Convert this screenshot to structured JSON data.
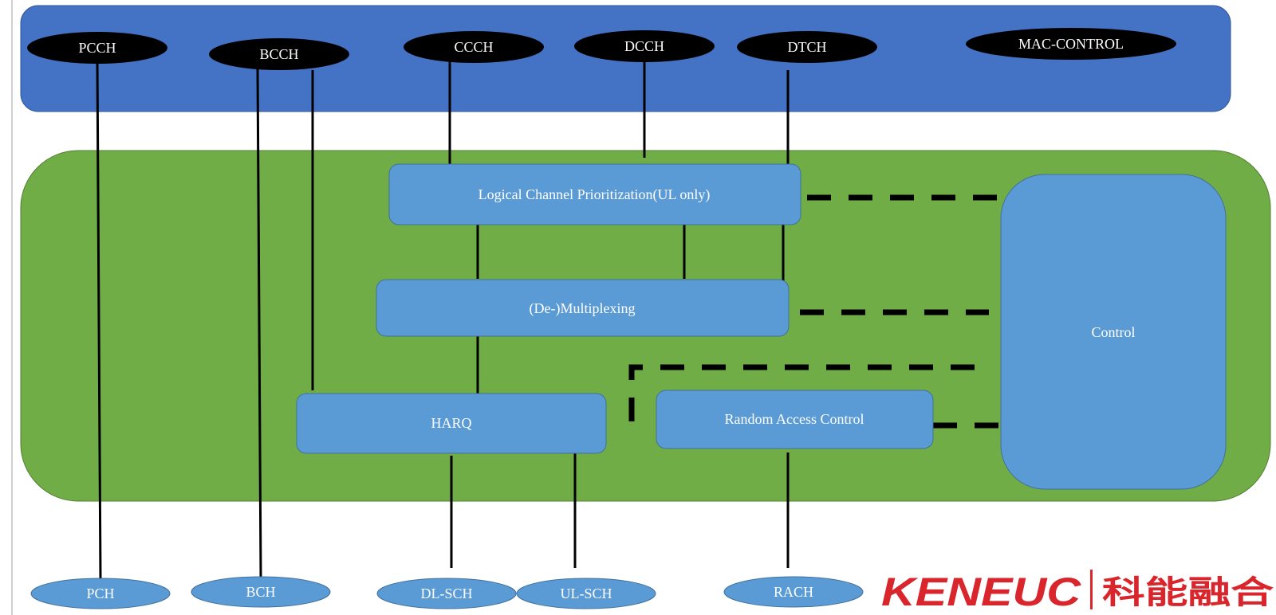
{
  "logical_channels": [
    "PCCH",
    "BCCH",
    "CCCH",
    "DCCH",
    "DTCH",
    "MAC-CONTROL"
  ],
  "blocks": {
    "lcp": "Logical Channel Prioritization(UL only)",
    "mux": "(De-)Multiplexing",
    "harq": "HARQ",
    "rac": "Random Access Control",
    "control": "Control"
  },
  "transport_channels": [
    "PCH",
    "BCH",
    "DL-SCH",
    "UL-SCH",
    "RACH"
  ],
  "logo": {
    "latin": "KENEUC",
    "cjk": "科能融合"
  },
  "colors": {
    "logical_band": "#4472c4",
    "mac_band": "#70ad47",
    "block": "#5b9bd5",
    "logical_oval": "#000000",
    "logo": "#d9262c"
  }
}
